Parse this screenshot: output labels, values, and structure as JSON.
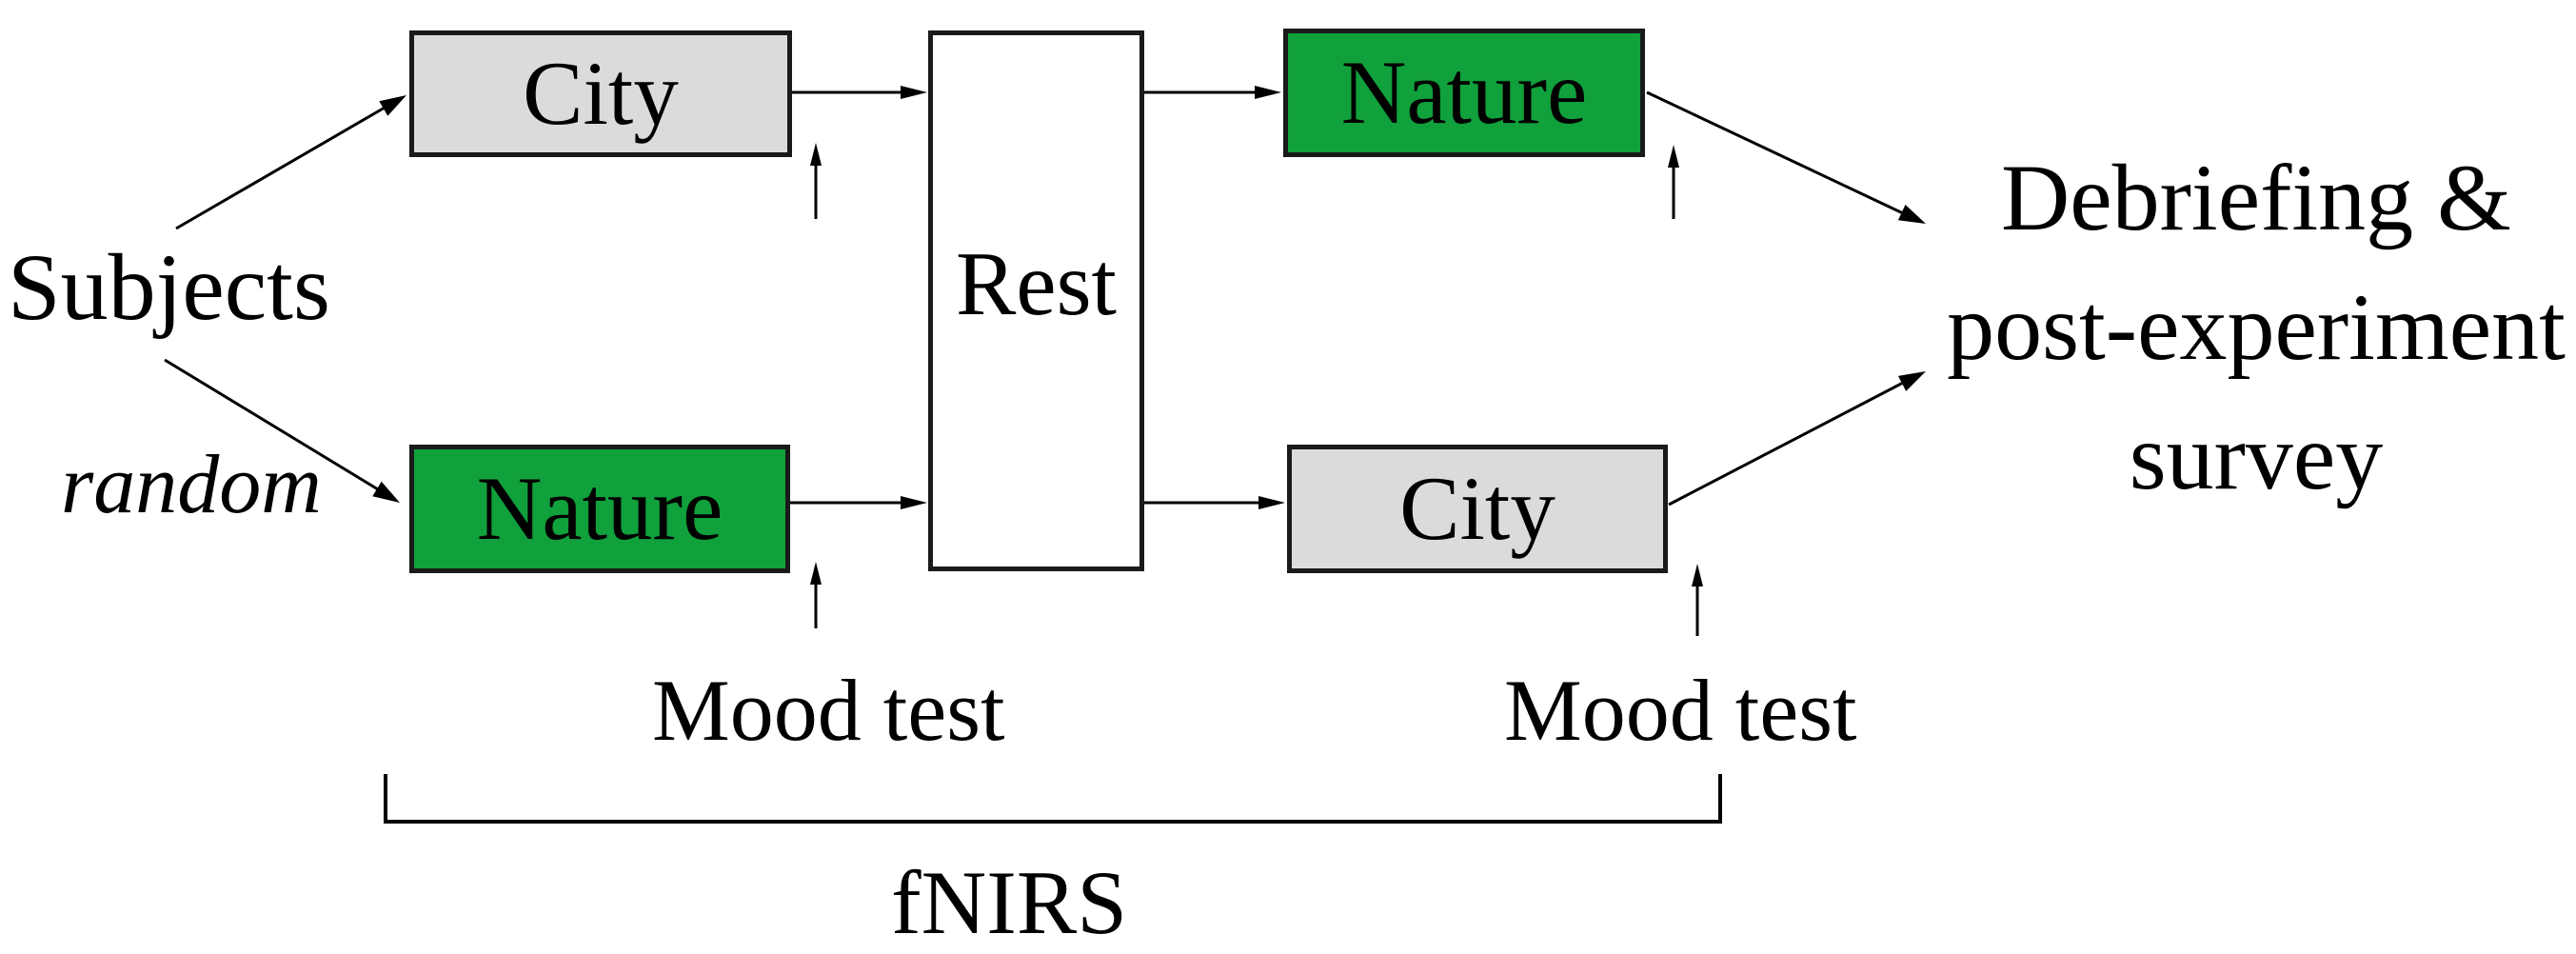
{
  "diagram": {
    "subjects_label": "Subjects",
    "random_label": "random",
    "boxes": {
      "city_first": "City",
      "nature_first": "Nature",
      "rest": "Rest",
      "nature_second": "Nature",
      "city_second": "City"
    },
    "mood_test_first": "Mood test",
    "mood_test_second": "Mood test",
    "debriefing": {
      "line1": "Debriefing &",
      "line2": "post-experiment",
      "line3": "survey"
    },
    "fnirs_label": "fNIRS",
    "colors": {
      "nature_green": "#10a03c",
      "city_gray": "#dbdbdb",
      "line_black": "#000000"
    }
  }
}
